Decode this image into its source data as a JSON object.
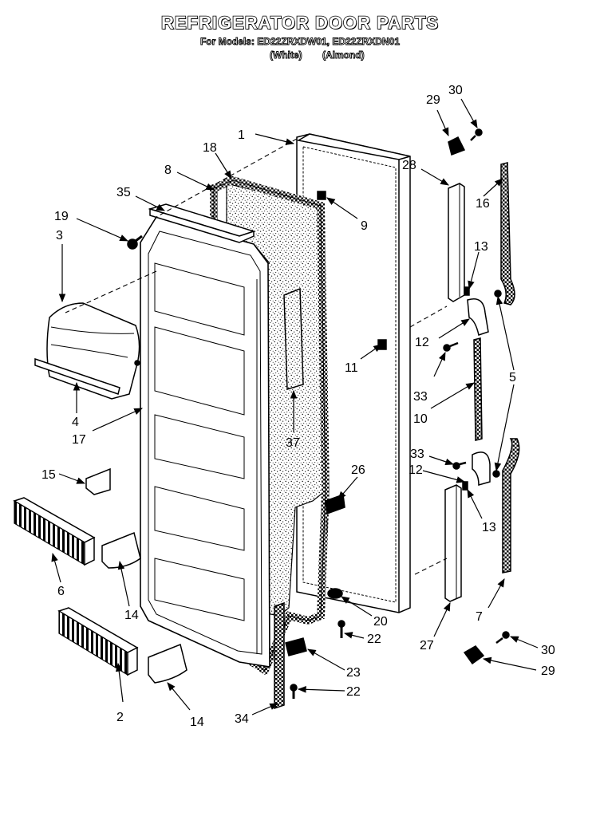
{
  "header": {
    "title": "REFRIGERATOR DOOR PARTS",
    "models": "For Models: ED22ZRXDW01, ED22ZRXDN01",
    "color_white": "(White)",
    "color_almond": "(Almond)"
  },
  "callouts": [
    {
      "id": "c1",
      "text": "1"
    },
    {
      "id": "c18",
      "text": "18"
    },
    {
      "id": "c8",
      "text": "8"
    },
    {
      "id": "c35",
      "text": "35"
    },
    {
      "id": "c19",
      "text": "19"
    },
    {
      "id": "c3",
      "text": "3"
    },
    {
      "id": "c9",
      "text": "9"
    },
    {
      "id": "c29a",
      "text": "29"
    },
    {
      "id": "c30a",
      "text": "30"
    },
    {
      "id": "c28",
      "text": "28"
    },
    {
      "id": "c16",
      "text": "16"
    },
    {
      "id": "c13a",
      "text": "13"
    },
    {
      "id": "c12a",
      "text": "12"
    },
    {
      "id": "c5",
      "text": "5"
    },
    {
      "id": "c11",
      "text": "11"
    },
    {
      "id": "c33a",
      "text": "33"
    },
    {
      "id": "c10",
      "text": "10"
    },
    {
      "id": "c4",
      "text": "4"
    },
    {
      "id": "c17",
      "text": "17"
    },
    {
      "id": "c37",
      "text": "37"
    },
    {
      "id": "c26",
      "text": "26"
    },
    {
      "id": "c33b",
      "text": "33"
    },
    {
      "id": "c12b",
      "text": "12"
    },
    {
      "id": "c15",
      "text": "15"
    },
    {
      "id": "c13b",
      "text": "13"
    },
    {
      "id": "c6",
      "text": "6"
    },
    {
      "id": "c14a",
      "text": "14"
    },
    {
      "id": "c20",
      "text": "20"
    },
    {
      "id": "c22a",
      "text": "22"
    },
    {
      "id": "c7",
      "text": "7"
    },
    {
      "id": "c27",
      "text": "27"
    },
    {
      "id": "c30b",
      "text": "30"
    },
    {
      "id": "c29b",
      "text": "29"
    },
    {
      "id": "c23",
      "text": "23"
    },
    {
      "id": "c22b",
      "text": "22"
    },
    {
      "id": "c2",
      "text": "2"
    },
    {
      "id": "c14b",
      "text": "14"
    },
    {
      "id": "c34",
      "text": "34"
    }
  ]
}
